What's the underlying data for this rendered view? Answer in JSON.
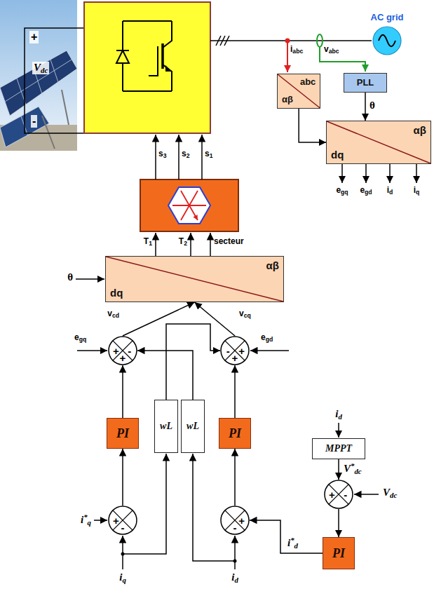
{
  "diagram": {
    "nodes": [
      {
        "text": [
          "AC grid"
        ]
      },
      {
        "text": [
          "abc",
          "αβ"
        ]
      },
      {
        "text": [
          "PLL"
        ]
      },
      {
        "text": [
          "αβ",
          "dq"
        ]
      },
      {
        "text": [
          "αβ",
          "dq"
        ]
      },
      {
        "text": [
          "-",
          "+",
          "+"
        ]
      },
      {
        "text": [
          "-",
          "+",
          "+"
        ]
      },
      {
        "text": [
          "wL"
        ]
      },
      {
        "text": [
          "wL"
        ]
      },
      {
        "text": [
          "PI"
        ]
      },
      {
        "text": [
          "PI"
        ]
      },
      {
        "text": [
          "MPPT"
        ]
      },
      {
        "text": [
          "+",
          "-"
        ]
      },
      {
        "text": [
          "+",
          "-"
        ]
      },
      {
        "text": [
          "+",
          "-"
        ]
      },
      {
        "text": [
          "PI"
        ]
      }
    ],
    "edges": [
      {
        "from": 1,
        "to": 3,
        "arrow": "to"
      },
      {
        "from": 2,
        "to": 3,
        "arrow": "to"
      },
      {
        "from": 5,
        "to": 4,
        "arrow": "to"
      },
      {
        "from": 6,
        "to": 4,
        "arrow": "to"
      },
      {
        "from": 9,
        "to": 5,
        "arrow": "to"
      },
      {
        "from": 10,
        "to": 6,
        "arrow": "to"
      },
      {
        "from": 7,
        "to": 6,
        "arrow": "to"
      },
      {
        "from": 8,
        "to": 5,
        "arrow": "to"
      },
      {
        "from": 13,
        "to": 9,
        "arrow": "to"
      },
      {
        "from": 14,
        "to": 10,
        "arrow": "to"
      },
      {
        "from": 11,
        "to": 12,
        "arrow": "to"
      },
      {
        "from": 12,
        "to": 15,
        "arrow": "to"
      },
      {
        "from": 15,
        "to": 14,
        "arrow": "to"
      }
    ],
    "labels": [
      "+",
      "Vdc",
      "-",
      "s3",
      "s2",
      "s1",
      "iabc",
      "vabc",
      "θ",
      "egq",
      "egd",
      "id",
      "iq",
      "T1",
      "T2",
      "secteur",
      "θ",
      "vcd",
      "vcq",
      "egq",
      "egd",
      "id",
      "V*dc",
      "Vdc",
      "i*q",
      "i*d",
      "iq",
      "id"
    ]
  }
}
